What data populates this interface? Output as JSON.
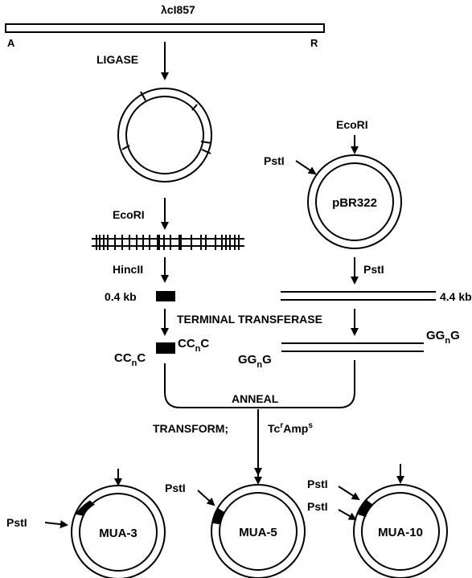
{
  "phage": {
    "name": "λcI857",
    "left_end": "A",
    "right_end": "R"
  },
  "steps": {
    "ligase": "LIGASE",
    "ecori": "EcoRI",
    "hincii": "HincII",
    "pst": "PstI",
    "terminal_transferase": "TERMINAL TRANSFERASE",
    "anneal": "ANNEAL",
    "transform": "TRANSFORM;"
  },
  "selection": {
    "tc": "Tc",
    "tc_sup": "r",
    "amp": "Amp",
    "amp_sup": "s"
  },
  "vector": {
    "name": "pBR322",
    "site_top": "EcoRI",
    "site_left": "PstI"
  },
  "fragments": {
    "insert_size": "0.4 kb",
    "vector_size": "4.4 kb"
  },
  "tails": {
    "cc_prefix": "CC",
    "c_suffix": "C",
    "sub_n": "n",
    "gg_prefix": "GG",
    "g_suffix": "G"
  },
  "clones": [
    {
      "name": "MUA-3",
      "pst_labels": [
        "PstI"
      ]
    },
    {
      "name": "MUA-5",
      "pst_labels": [
        "PstI"
      ]
    },
    {
      "name": "MUA-10",
      "pst_labels": [
        "PstI",
        "PstI"
      ]
    }
  ]
}
